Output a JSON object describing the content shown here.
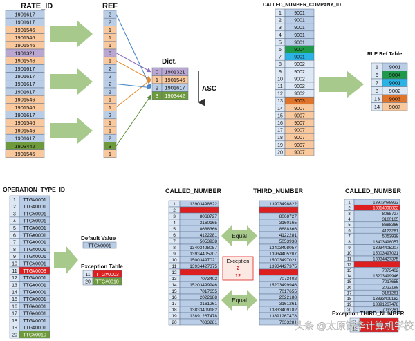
{
  "colors": {
    "blue": "#b9cde6",
    "peach": "#f9c89c",
    "purple": "#b9a7d2",
    "green": "#6f9a3c",
    "red": "#dd1f1f",
    "orange": "#e0742a",
    "light_blue": "#dde8f4",
    "cyan": "#2bb3e6",
    "bright_green": "#1f9a4a",
    "arrow_green": "#a7c98b",
    "line_blue": "#4a86c8",
    "line_orange": "#e58a2f",
    "line_green": "#5c8f3a",
    "line_purple": "#8e6cc0",
    "border": "#5b6f8c"
  },
  "rate": {
    "title": "RATE_ID",
    "ids": [
      "1901617",
      "1901617",
      "1901546",
      "1901546",
      "1901546",
      "1901321",
      "1901546",
      "1901617",
      "1901617",
      "1901617",
      "1901617",
      "1901546",
      "1901546",
      "1901617",
      "1901546",
      "1901546",
      "1901617",
      "1903442",
      "1901545"
    ],
    "colors": [
      "blue",
      "blue",
      "peach",
      "peach",
      "peach",
      "purple",
      "peach",
      "blue",
      "blue",
      "blue",
      "blue",
      "peach",
      "peach",
      "blue",
      "peach",
      "peach",
      "blue",
      "green",
      "peach"
    ]
  },
  "ref": {
    "title": "REF",
    "values": [
      "2",
      "2",
      "1",
      "1",
      "1",
      "0",
      "1",
      "2",
      "2",
      "2",
      "2",
      "1",
      "1",
      "2",
      "1",
      "1",
      "2",
      "3",
      "1"
    ],
    "colors": [
      "blue",
      "blue",
      "peach",
      "peach",
      "peach",
      "purple",
      "peach",
      "blue",
      "blue",
      "blue",
      "blue",
      "peach",
      "peach",
      "blue",
      "peach",
      "peach",
      "blue",
      "green",
      "peach"
    ]
  },
  "dict": {
    "title": "Dict.",
    "rows": [
      {
        "idx": "0",
        "val": "1901321",
        "color": "purple"
      },
      {
        "idx": "1",
        "val": "1901546",
        "color": "peach"
      },
      {
        "idx": "2",
        "val": "1901617",
        "color": "blue"
      },
      {
        "idx": "3",
        "val": "1903442",
        "color": "green"
      }
    ],
    "asc_label": "ASC"
  },
  "company": {
    "title": "CALLED_NUMBER_COMPANY_ID",
    "rows": [
      {
        "n": "1",
        "v": "9001",
        "c": "blue"
      },
      {
        "n": "2",
        "v": "9001",
        "c": "blue"
      },
      {
        "n": "3",
        "v": "9001",
        "c": "blue"
      },
      {
        "n": "4",
        "v": "9001",
        "c": "blue"
      },
      {
        "n": "5",
        "v": "9001",
        "c": "blue"
      },
      {
        "n": "6",
        "v": "9004",
        "c": "bright_green"
      },
      {
        "n": "7",
        "v": "9001",
        "c": "cyan"
      },
      {
        "n": "8",
        "v": "9002",
        "c": "light_blue"
      },
      {
        "n": "9",
        "v": "9002",
        "c": "light_blue"
      },
      {
        "n": "10",
        "v": "9002",
        "c": "light_blue"
      },
      {
        "n": "11",
        "v": "9002",
        "c": "light_blue"
      },
      {
        "n": "12",
        "v": "9002",
        "c": "light_blue"
      },
      {
        "n": "13",
        "v": "9003",
        "c": "orange"
      },
      {
        "n": "14",
        "v": "9007",
        "c": "peach"
      },
      {
        "n": "15",
        "v": "9007",
        "c": "peach"
      },
      {
        "n": "16",
        "v": "9007",
        "c": "peach"
      },
      {
        "n": "17",
        "v": "9007",
        "c": "peach"
      },
      {
        "n": "18",
        "v": "9007",
        "c": "peach"
      },
      {
        "n": "19",
        "v": "9007",
        "c": "peach"
      },
      {
        "n": "20",
        "v": "9007",
        "c": "peach"
      }
    ]
  },
  "rle": {
    "title": "RLE Ref Table",
    "rows": [
      {
        "n": "1",
        "v": "9001",
        "c": "blue"
      },
      {
        "n": "6",
        "v": "9004",
        "c": "bright_green"
      },
      {
        "n": "7",
        "v": "9001",
        "c": "cyan"
      },
      {
        "n": "8",
        "v": "9002",
        "c": "light_blue"
      },
      {
        "n": "13",
        "v": "9003",
        "c": "orange"
      },
      {
        "n": "14",
        "v": "9007",
        "c": "peach"
      }
    ]
  },
  "optype": {
    "title": "OPERATION_TYPE_ID",
    "rows": [
      {
        "n": "1",
        "v": "TTG#0001",
        "c": "blue"
      },
      {
        "n": "2",
        "v": "TTG#0001",
        "c": "blue"
      },
      {
        "n": "3",
        "v": "TTG#0001",
        "c": "blue"
      },
      {
        "n": "4",
        "v": "TTG#0001",
        "c": "blue"
      },
      {
        "n": "5",
        "v": "TTG#0001",
        "c": "blue"
      },
      {
        "n": "6",
        "v": "TTG#0001",
        "c": "blue"
      },
      {
        "n": "7",
        "v": "TTG#0001",
        "c": "blue"
      },
      {
        "n": "8",
        "v": "TTG#0001",
        "c": "blue"
      },
      {
        "n": "9",
        "v": "TTG#0001",
        "c": "blue"
      },
      {
        "n": "10",
        "v": "TTG#0001",
        "c": "blue"
      },
      {
        "n": "11",
        "v": "TTG#0003",
        "c": "red"
      },
      {
        "n": "12",
        "v": "TTG#0001",
        "c": "blue"
      },
      {
        "n": "13",
        "v": "TTG#0001",
        "c": "blue"
      },
      {
        "n": "14",
        "v": "TTG#0001",
        "c": "blue"
      },
      {
        "n": "15",
        "v": "TTG#0001",
        "c": "blue"
      },
      {
        "n": "16",
        "v": "TTG#0001",
        "c": "blue"
      },
      {
        "n": "17",
        "v": "TTG#0001",
        "c": "blue"
      },
      {
        "n": "18",
        "v": "TTG#0001",
        "c": "blue"
      },
      {
        "n": "19",
        "v": "TTG#0001",
        "c": "blue"
      },
      {
        "n": "20",
        "v": "TTG#0010",
        "c": "green"
      }
    ],
    "default_title": "Default Value",
    "default_value": "TTG#0001",
    "exception_title": "Exception Table",
    "exceptions": [
      {
        "n": "11",
        "v": "TTG#0003",
        "c": "red"
      },
      {
        "n": "20",
        "v": "TTG#0010",
        "c": "green"
      }
    ]
  },
  "called": {
    "title": "CALLED_NUMBER",
    "rows": [
      {
        "n": "1",
        "v": "13903498822",
        "c": "blue"
      },
      {
        "n": "2",
        "v": "",
        "c": "red"
      },
      {
        "n": "3",
        "v": "8068727",
        "c": "blue"
      },
      {
        "n": "4",
        "v": "3160165",
        "c": "blue"
      },
      {
        "n": "5",
        "v": "8688366",
        "c": "blue"
      },
      {
        "n": "6",
        "v": "4122281",
        "c": "blue"
      },
      {
        "n": "7",
        "v": "5053938",
        "c": "blue"
      },
      {
        "n": "8",
        "v": "13403498057",
        "c": "blue"
      },
      {
        "n": "9",
        "v": "13934405207",
        "c": "blue"
      },
      {
        "n": "10",
        "v": "15003497021",
        "c": "blue"
      },
      {
        "n": "11",
        "v": "13934427375",
        "c": "blue"
      },
      {
        "n": "12",
        "v": "",
        "c": "red"
      },
      {
        "n": "13",
        "v": "7073402",
        "c": "blue"
      },
      {
        "n": "14",
        "v": "15203499946",
        "c": "blue"
      },
      {
        "n": "15",
        "v": "7017655",
        "c": "blue"
      },
      {
        "n": "16",
        "v": "2022188",
        "c": "blue"
      },
      {
        "n": "17",
        "v": "3161261",
        "c": "blue"
      },
      {
        "n": "18",
        "v": "13833409182",
        "c": "blue"
      },
      {
        "n": "19",
        "v": "13891267478",
        "c": "blue"
      },
      {
        "n": "20",
        "v": "7033281",
        "c": "blue"
      }
    ],
    "equal_label": "Equal",
    "exception_title": "Exception",
    "exception_values": [
      "2",
      "12"
    ]
  },
  "third": {
    "title": "THIRD_NUMBER",
    "rows": [
      {
        "v": "13903498822",
        "c": "blue"
      },
      {
        "v": "",
        "c": "red"
      },
      {
        "v": "8068727",
        "c": "blue"
      },
      {
        "v": "3160165",
        "c": "blue"
      },
      {
        "v": "8688366",
        "c": "blue"
      },
      {
        "v": "4122281",
        "c": "blue"
      },
      {
        "v": "5053938",
        "c": "blue"
      },
      {
        "v": "13403498057",
        "c": "blue"
      },
      {
        "v": "13934405207",
        "c": "blue"
      },
      {
        "v": "15003497021",
        "c": "blue"
      },
      {
        "v": "13934427375",
        "c": "blue"
      },
      {
        "v": "",
        "c": "red"
      },
      {
        "v": "7073402",
        "c": "blue"
      },
      {
        "v": "15203499946",
        "c": "blue"
      },
      {
        "v": "7017655",
        "c": "blue"
      },
      {
        "v": "2022188",
        "c": "blue"
      },
      {
        "v": "3161261",
        "c": "blue"
      },
      {
        "v": "13833409182",
        "c": "blue"
      },
      {
        "v": "13891267478",
        "c": "blue"
      },
      {
        "v": "7033281",
        "c": "blue"
      }
    ]
  },
  "called2": {
    "title": "CALLED_NUMBER",
    "rows": [
      {
        "n": "1",
        "v": "13903498822",
        "c": "blue"
      },
      {
        "n": "2",
        "v": "13914098822",
        "c": "red"
      },
      {
        "n": "3",
        "v": "8068727",
        "c": "blue"
      },
      {
        "n": "4",
        "v": "3160165",
        "c": "blue"
      },
      {
        "n": "5",
        "v": "8688366",
        "c": "blue"
      },
      {
        "n": "6",
        "v": "4122281",
        "c": "blue"
      },
      {
        "n": "7",
        "v": "5053938",
        "c": "blue"
      },
      {
        "n": "8",
        "v": "13403498057",
        "c": "blue"
      },
      {
        "n": "9",
        "v": "13934405207",
        "c": "blue"
      },
      {
        "n": "10",
        "v": "15003497021",
        "c": "blue"
      },
      {
        "n": "11",
        "v": "13934427375",
        "c": "blue"
      },
      {
        "n": "12",
        "v": "",
        "c": "red"
      },
      {
        "n": "13",
        "v": "7073402",
        "c": "blue"
      },
      {
        "n": "14",
        "v": "15203499946",
        "c": "blue"
      },
      {
        "n": "15",
        "v": "7017655",
        "c": "blue"
      },
      {
        "n": "16",
        "v": "2022188",
        "c": "blue"
      },
      {
        "n": "17",
        "v": "3161261",
        "c": "blue"
      },
      {
        "n": "18",
        "v": "13833409182",
        "c": "blue"
      },
      {
        "n": "19",
        "v": "13891267478",
        "c": "blue"
      },
      {
        "n": "20",
        "v": "7033281",
        "c": "blue"
      }
    ],
    "exception_title": "Exception THIRD_NUMBER",
    "exception_rows": [
      {
        "n": "2",
        "c": "red"
      },
      {
        "n": "12",
        "c": "red"
      }
    ]
  },
  "watermark": "头条 @太原锦华计算机学校"
}
